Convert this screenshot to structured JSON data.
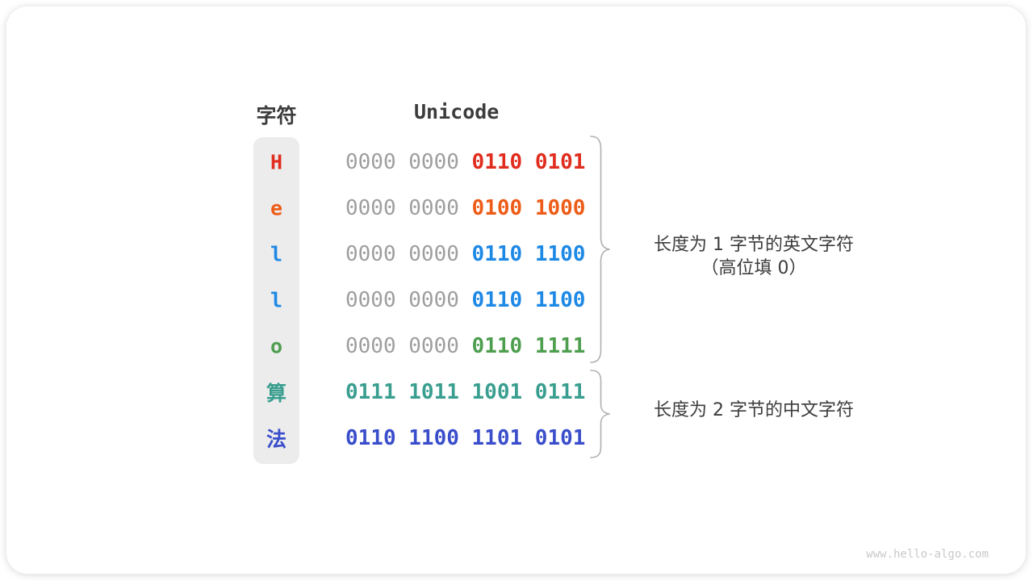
{
  "headers": {
    "character": "字符",
    "unicode": "Unicode"
  },
  "rows": [
    {
      "char": "H",
      "color": "#e02d1e",
      "dim": "0000 0000 ",
      "lit": "0110 0101"
    },
    {
      "char": "e",
      "color": "#ed5c18",
      "dim": "0000 0000 ",
      "lit": "0100 1000"
    },
    {
      "char": "l",
      "color": "#1e88e5",
      "dim": "0000 0000 ",
      "lit": "0110 1100"
    },
    {
      "char": "l",
      "color": "#1e88e5",
      "dim": "0000 0000 ",
      "lit": "0110 1100"
    },
    {
      "char": "o",
      "color": "#4e9e50",
      "dim": "0000 0000 ",
      "lit": "0110 1111"
    },
    {
      "char": "算",
      "color": "#399e8f",
      "dim": "",
      "lit": "0111 1011 1001 0111"
    },
    {
      "char": "法",
      "color": "#3a4ecb",
      "dim": "",
      "lit": "0110 1100 1101 0101"
    }
  ],
  "annotations": {
    "english": {
      "line1": "长度为 1 字节的英文字符",
      "line2": "（高位填 0）"
    },
    "chinese": {
      "line1": "长度为 2 字节的中文字符"
    }
  },
  "watermark": "www.hello-algo.com",
  "colors": {
    "dim_bits": "#9e9e9e",
    "heading_text": "#3c3c3c",
    "annotation_text": "#3d3d3d",
    "brace": "#b0b0b0",
    "column_background": "#ececec",
    "watermark": "#c9c9c9"
  }
}
